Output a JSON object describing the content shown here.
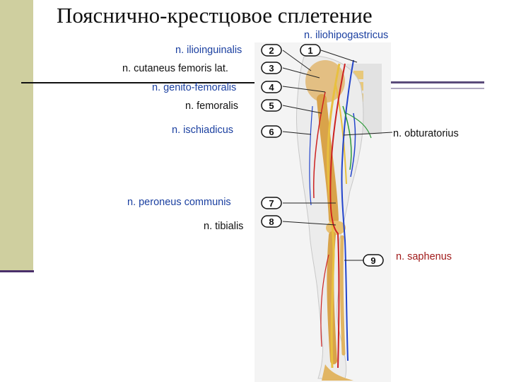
{
  "title": "Пояснично-крестцовое  сплетение",
  "labels": {
    "iliohipogastricus": "n. iliohipogastricus",
    "ilioinguinalis": "n. ilioinguinalis",
    "cutaneus": "n. cutaneus femoris lat.",
    "genito": "n. genito-femoralis",
    "femoralis": "n. femoralis",
    "ischiadicus": "n. ischiadicus",
    "obturatorius": "n. obturatorius",
    "peroneus": "n. peroneus communis",
    "tibialis": "n. tibialis",
    "saphenus": "n. saphenus"
  },
  "numbers": {
    "n1": "1",
    "n2": "2",
    "n3": "3",
    "n4": "4",
    "n5": "5",
    "n6": "6",
    "n7": "7",
    "n8": "8",
    "n9": "9"
  },
  "colors": {
    "title_text": "#111111",
    "label_blue": "#1a3fa0",
    "label_red": "#a01a1a",
    "sidebar": "#cfcf9f",
    "nerve_yellow": "#e8c040",
    "artery_red": "#cc2222",
    "vein_blue": "#2244cc"
  }
}
